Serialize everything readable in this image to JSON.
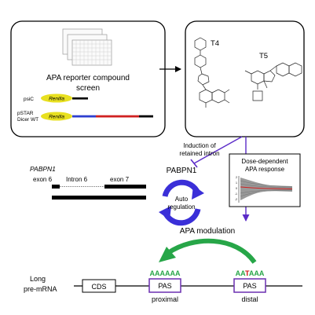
{
  "screen_panel": {
    "title_line1": "APA reporter compound",
    "title_line2": "screen",
    "construct_psic_label": "psiC",
    "construct_pstar_label_line1": "pSTAR",
    "construct_pstar_label_line2": "Dicer WT",
    "reporter_label": "Renilla"
  },
  "compounds_panel": {
    "compound_a": "T4",
    "compound_b": "T5"
  },
  "gene_structure": {
    "gene_name": "PABPN1",
    "exon_left": "exon 6",
    "intron": "Intron 6",
    "exon_right": "exon 7"
  },
  "mechanism": {
    "intron_note_line1": "Induction of",
    "intron_note_line2": "retained intron",
    "protein_label": "PABPN1",
    "loop_label_line1": "Auto",
    "loop_label_line2": "regulation",
    "modulation_label": "APA modulation"
  },
  "dose_panel": {
    "title_line1": "Dose-dependent",
    "title_line2": "APA response",
    "tick_labels": [
      "2",
      "1",
      "0",
      "-1",
      "-2"
    ]
  },
  "mrna": {
    "label_line1": "Long",
    "label_line2": "pre-mRNA",
    "cds_label": "CDS",
    "pas_label": "PAS",
    "proximal_signal": "AAAAAA",
    "distal_signal_part1": "AA",
    "distal_signal_variant": "T",
    "distal_signal_part2": "AAA",
    "proximal_label": "proximal",
    "distal_label": "distal"
  },
  "colors": {
    "accent_purple": "#5b2bc8",
    "pas_purple": "#6a2fb0",
    "loop_blue": "#3a2fd8",
    "green": "#27a648",
    "renilla_yellow": "#e8e020",
    "construct_blue": "#2e3fcf",
    "construct_red": "#d02020",
    "variant_red": "#d01010"
  }
}
